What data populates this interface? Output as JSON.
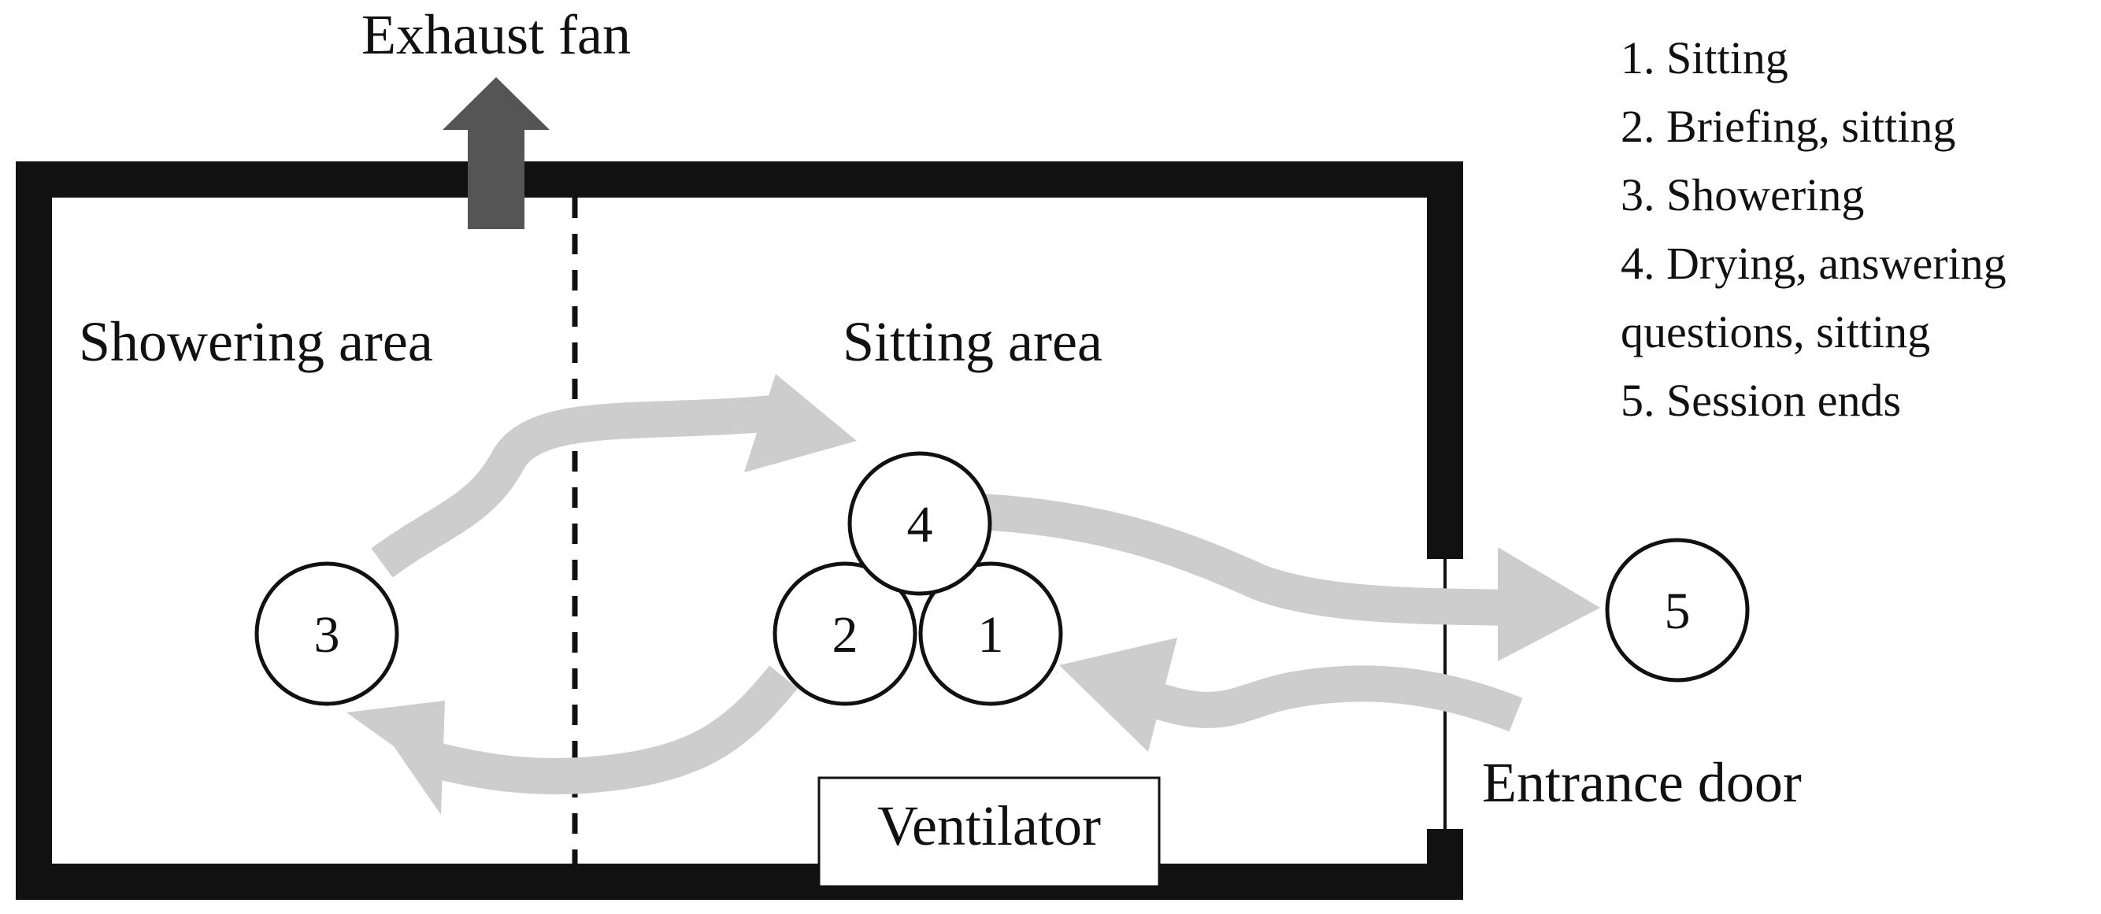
{
  "labels": {
    "exhaust_fan": "Exhaust fan",
    "showering_area": "Showering area",
    "sitting_area": "Sitting area",
    "ventilator": "Ventilator",
    "entrance_door": "Entrance door"
  },
  "nodes": [
    "1",
    "2",
    "3",
    "4",
    "5"
  ],
  "legend": [
    "1. Sitting",
    "2. Briefing, sitting",
    "3. Showering",
    "4. Drying, answering",
    "questions, sitting",
    "5. Session ends"
  ],
  "colors": {
    "wall": "#111111",
    "flow_arrow": "#cdcdcd",
    "exhaust_arrow": "#555555",
    "background": "#ffffff"
  }
}
